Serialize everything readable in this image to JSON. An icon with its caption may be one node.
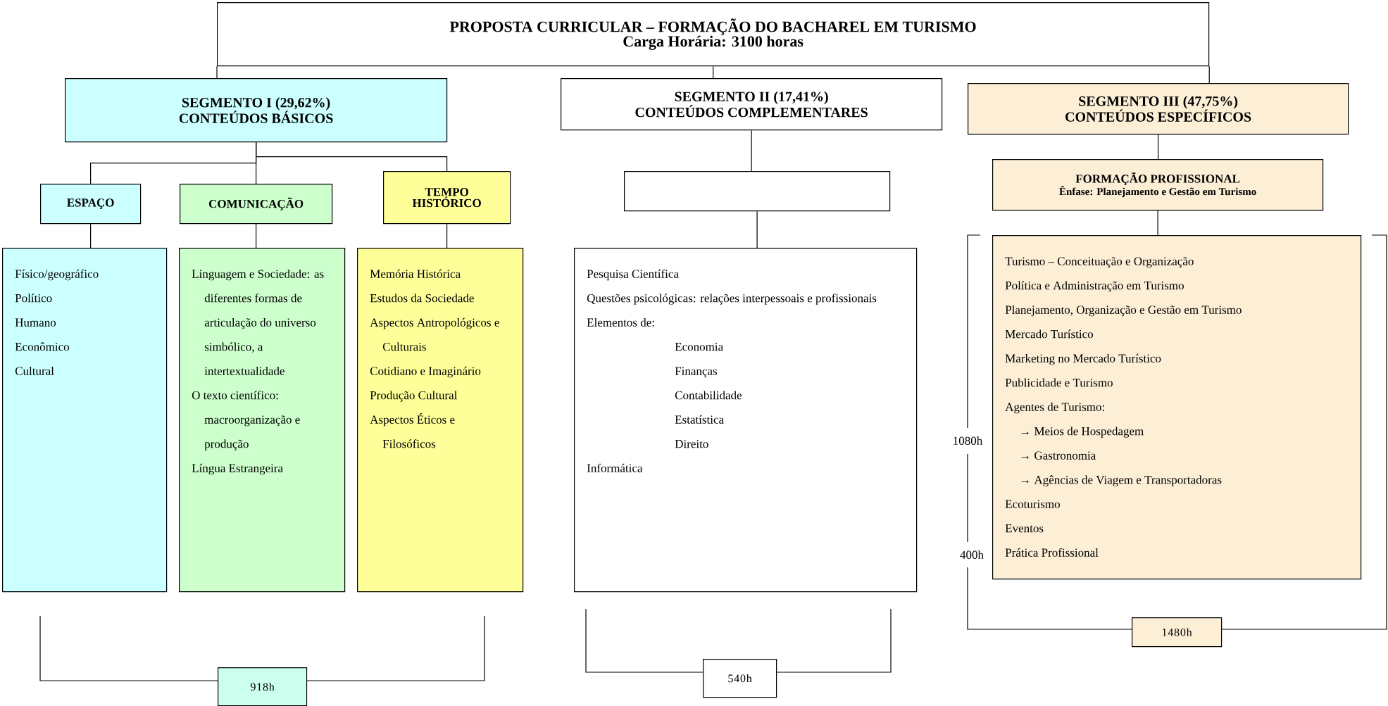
{
  "diagram": {
    "nodes": [
      {
        "text": [
          "PROPOSTA CURRICULAR – FORMAÇÃO DO BACHAREL EM TURISMO",
          "Carga Horária: 3100 horas"
        ]
      },
      {
        "text": [
          "SEGMENTO I (29,62%)",
          "CONTEÚDOS BÁSICOS"
        ]
      },
      {
        "text": [
          "SEGMENTO II (17,41%)",
          "CONTEÚDOS COMPLEMENTARES"
        ]
      },
      {
        "text": [
          "SEGMENTO III (47,75%)",
          "CONTEÚDOS ESPECÍFICOS"
        ]
      },
      {
        "text": [
          "ESPAÇO"
        ]
      },
      {
        "text": [
          "COMUNICAÇÃO"
        ]
      },
      {
        "text": [
          "TEMPO HISTÓRICO"
        ]
      },
      {
        "text": [],
        "shape": "box"
      },
      {
        "text": [
          "FORMAÇÃO PROFISSIONAL",
          "Ênfase: Planejamento e Gestão em Turismo"
        ]
      },
      {
        "text": [
          "Físico/geográfico",
          "Político",
          "Humano",
          "Econômico",
          "Cultural"
        ]
      },
      {
        "text": [
          "Linguagem e Sociedade: as diferentes formas de articulação do universo simbólico, a intertextualidade",
          "O texto científico: macroorganização e produção",
          "Língua Estrangeira"
        ]
      },
      {
        "text": [
          "Memória Histórica",
          "Estudos da Sociedade",
          "Aspectos Antropológicos e Culturais",
          "Cotidiano e Imaginário",
          "Produção Cultural",
          "Aspectos Éticos e Filosóficos"
        ]
      },
      {
        "text": [
          "Pesquisa Científica",
          "Questões psicológicas: relações interpessoais e profissionais",
          "Elementos de:",
          "Economia",
          "Finanças",
          "Contabilidade",
          "Estatística",
          "Direito",
          "Informática"
        ]
      },
      {
        "text": [
          "Turismo – Conceituação e Organização",
          "Política e Administração em Turismo",
          "Planejamento, Organização e Gestão em Turismo",
          "Mercado Turístico",
          "Marketing no Mercado Turístico",
          "Publicidade e Turismo",
          "Agentes de Turismo:",
          "→ Meios de Hospedagem",
          "→ Gastronomia",
          "→ Agências de Viagem e Transportadoras",
          "Ecoturismo",
          "Eventos",
          "Prática Profissional"
        ]
      },
      {
        "text": [
          "918h"
        ]
      },
      {
        "text": [
          "540h"
        ]
      },
      {
        "text": [
          "1480h"
        ]
      }
    ],
    "edges": [
      {
        "from": 0,
        "to": 1,
        "arrow": "none"
      },
      {
        "from": 0,
        "to": 2,
        "arrow": "none"
      },
      {
        "from": 0,
        "to": 3,
        "arrow": "none"
      },
      {
        "from": 1,
        "to": 4,
        "arrow": "none"
      },
      {
        "from": 1,
        "to": 5,
        "arrow": "none"
      },
      {
        "from": 1,
        "to": 6,
        "arrow": "none"
      },
      {
        "from": 2,
        "to": 7,
        "arrow": "none"
      },
      {
        "from": 3,
        "to": 8,
        "arrow": "none"
      },
      {
        "from": 4,
        "to": 9,
        "arrow": "none"
      },
      {
        "from": 5,
        "to": 10,
        "arrow": "none"
      },
      {
        "from": 6,
        "to": 11,
        "arrow": "none"
      },
      {
        "from": 7,
        "to": 12,
        "arrow": "none"
      },
      {
        "from": 8,
        "to": 13,
        "arrow": "none"
      }
    ],
    "labels": [
      "1080h",
      "400h"
    ]
  }
}
